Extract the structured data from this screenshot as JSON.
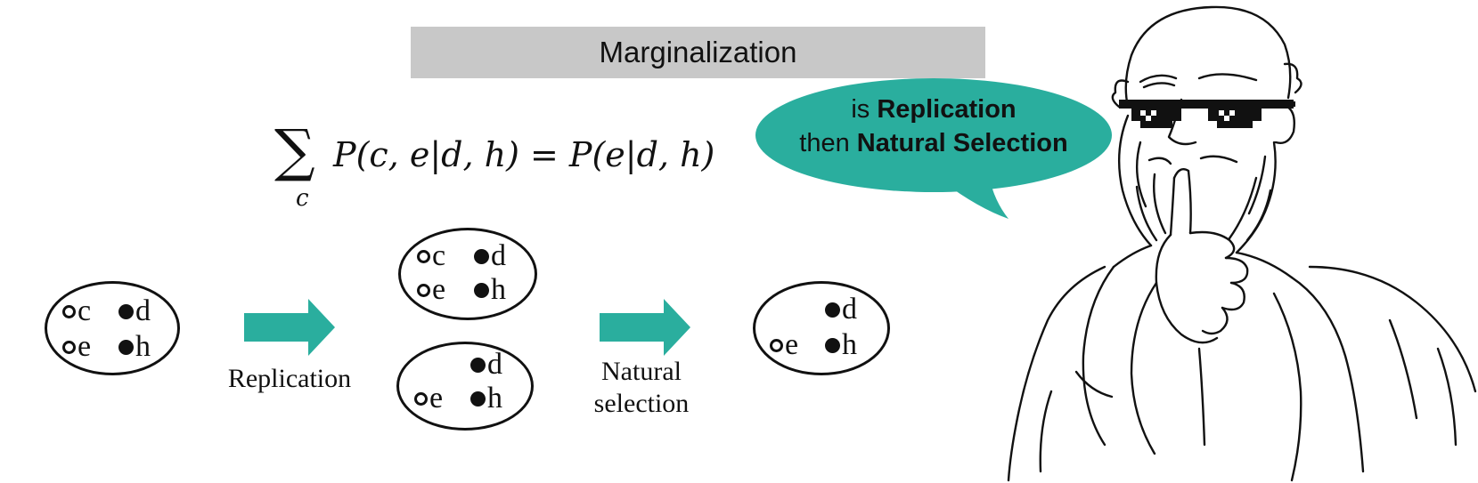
{
  "title": "Marginalization",
  "equation": {
    "sum_symbol": "∑",
    "sum_index": "c",
    "expression": "P(c, e|d, h) = P(e|d, h)"
  },
  "cells": {
    "parent": {
      "c": "c",
      "d": "d",
      "e": "e",
      "h": "h"
    },
    "replica_top": {
      "c": "c",
      "d": "d",
      "e": "e",
      "h": "h"
    },
    "replica_bottom": {
      "d": "d",
      "e": "e",
      "h": "h"
    },
    "selected": {
      "d": "d",
      "e": "e",
      "h": "h"
    }
  },
  "steps": {
    "replication": "Replication",
    "natural_selection_line1": "Natural",
    "natural_selection_line2": "selection"
  },
  "speech_bubble": {
    "line1_prefix": "is ",
    "line1_bold": "Replication",
    "line2_prefix": "then ",
    "line2_bold": "Natural Selection"
  },
  "colors": {
    "teal": "#2aae9e",
    "title_bg": "#c8c8c8"
  }
}
